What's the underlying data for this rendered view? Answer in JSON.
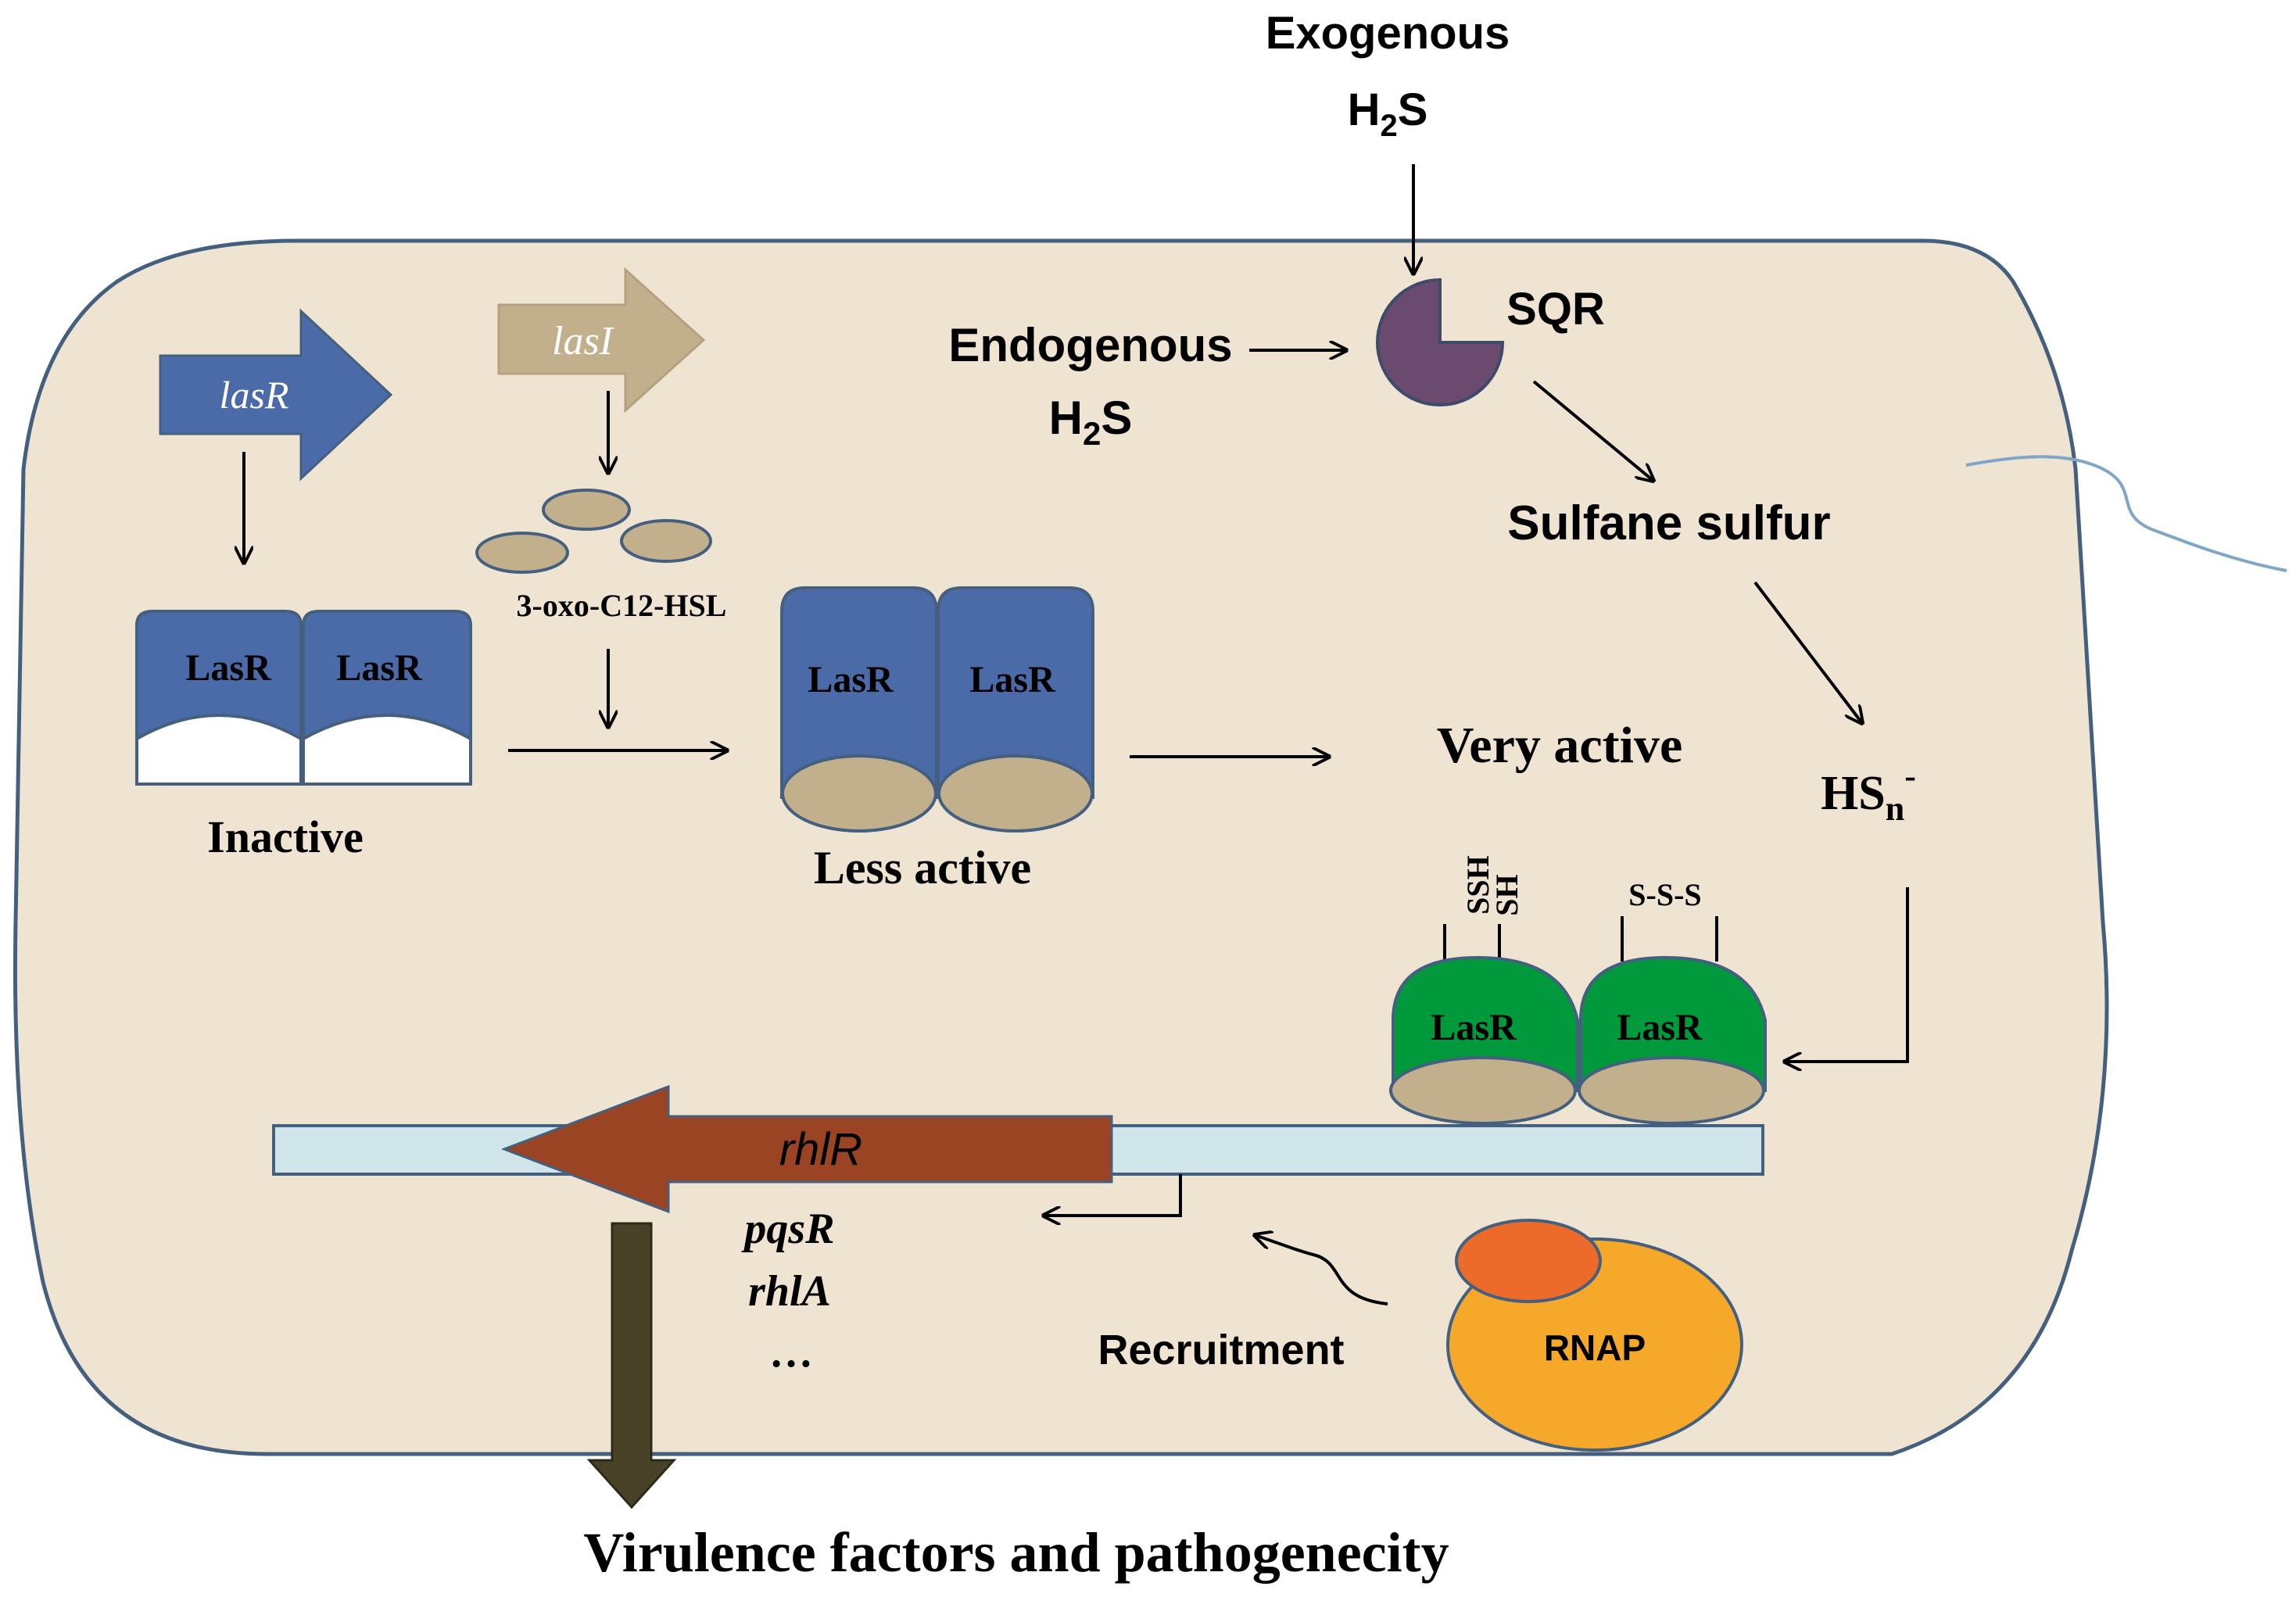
{
  "colors": {
    "cell_fill": "#efe4d2",
    "cell_outline": "#44607e",
    "lasR_blue": "#4a6ba8",
    "lasI_tan": "#c2b08c",
    "hsl_tan": "#c2b08c",
    "active_green": "#009a3c",
    "sqr_purple": "#6a4a6e",
    "dna_fill": "#cfe5ea",
    "rhlR_brown": "#9a4424",
    "rnap_orange": "#f5a82a",
    "rnap_inner": "#ec6a2a",
    "virulence_arrow": "#4a4228",
    "flagellum": "#7fa6c8"
  },
  "exogenous": {
    "line1": "Exogenous",
    "h": "H",
    "sub": "2",
    "s": "S"
  },
  "endogenous": {
    "line1": "Endogenous",
    "h": "H",
    "sub": "2",
    "s": "S"
  },
  "sqr": {
    "label": "SQR"
  },
  "sulfane": {
    "label": "Sulfane sulfur"
  },
  "hsn": {
    "base": "HS",
    "sub": "n",
    "sup": "-"
  },
  "genes": {
    "lasR": "lasR",
    "lasI": "lasI"
  },
  "hsl": {
    "label": "3-oxo-C12-HSL"
  },
  "dimers": {
    "inactive": {
      "left": "LasR",
      "right": "LasR",
      "caption": "Inactive"
    },
    "less_active": {
      "left": "LasR",
      "right": "LasR",
      "caption": "Less active"
    },
    "very_active": {
      "left": "LasR",
      "right": "LasR",
      "caption": "Very active"
    }
  },
  "modifications": {
    "ssh": "SSH",
    "sh": "SH",
    "sss": "S-S-S"
  },
  "dna": {
    "rhlR": "rhlR"
  },
  "targets": [
    "pqsR",
    "rhlA",
    "…"
  ],
  "rnap": {
    "label": "RNAP"
  },
  "recruitment": {
    "label": "Recruitment"
  },
  "output": {
    "label": "Virulence factors and pathogenecity"
  }
}
